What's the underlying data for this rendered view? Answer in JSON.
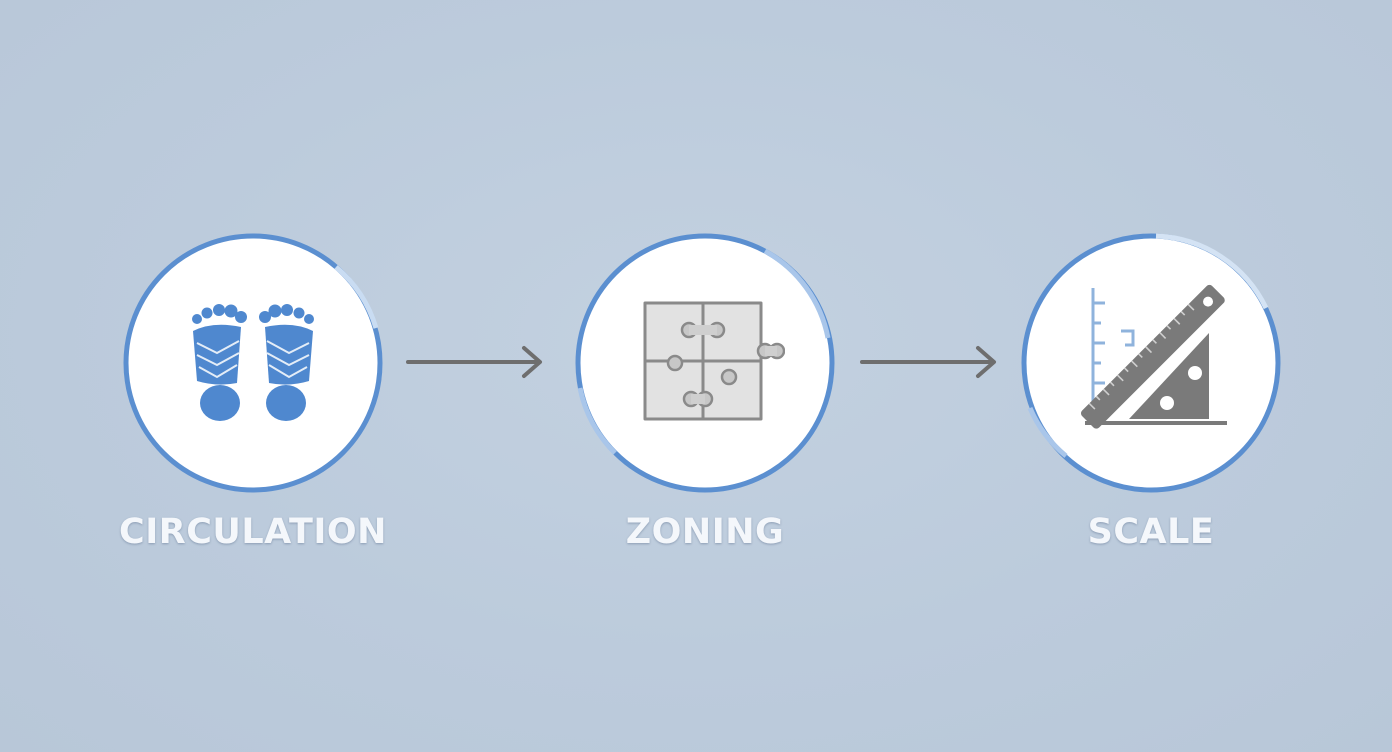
{
  "steps": [
    {
      "label": "CIRCULATION",
      "icon": "footprints-icon"
    },
    {
      "label": "ZONING",
      "icon": "puzzle-icon"
    },
    {
      "label": "SCALE",
      "icon": "ruler-triangle-icon"
    }
  ],
  "colors": {
    "background": "#bccbdc",
    "ring": "#5b8fd0",
    "ring_light": "#a9c6ea",
    "circle_fill": "#ffffff",
    "icon_blue": "#4f88cf",
    "icon_gray": "#8a8a8a",
    "arrow": "#6e6e6e",
    "label": "#f4f7fb"
  }
}
